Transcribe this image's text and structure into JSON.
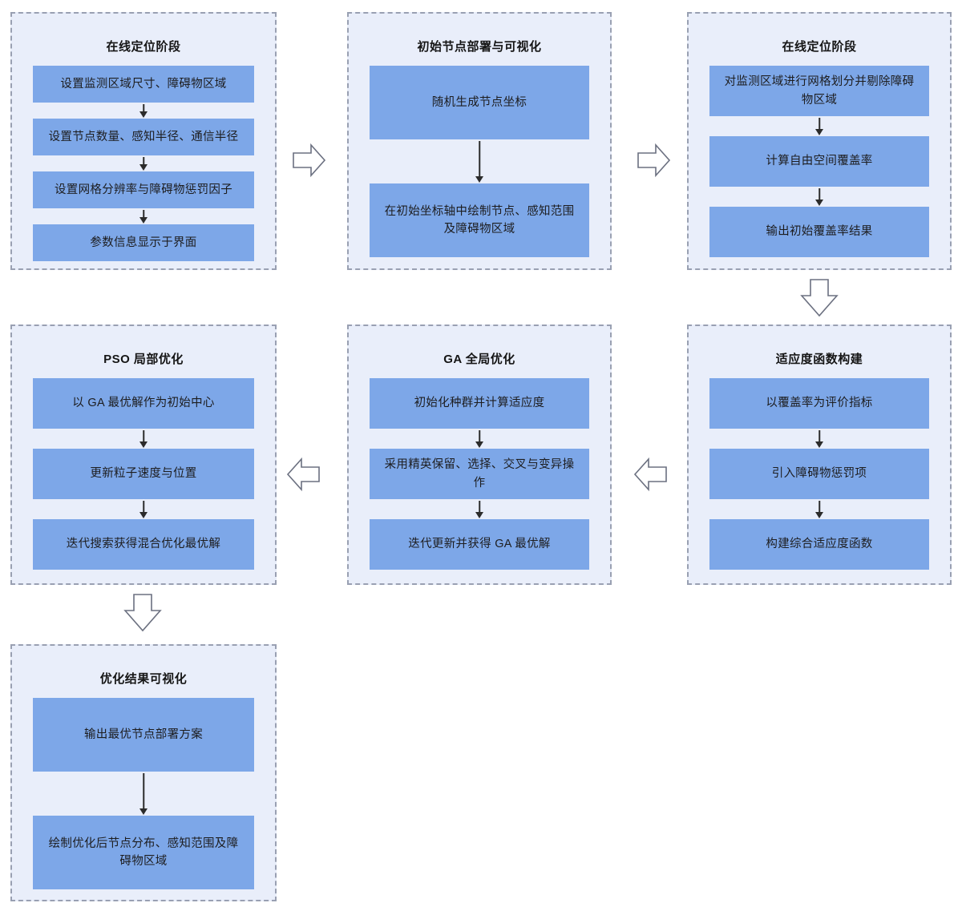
{
  "diagram": {
    "background": "#ffffff",
    "colors": {
      "panel_bg": "#e9eefa",
      "panel_border": "#99a0b2",
      "step_box_bg": "#7da7e8",
      "step_text": "#1d1d1f",
      "title_text": "#151515",
      "block_arrow_outline": "#6b7080",
      "mini_arrow": "#2b2b2b"
    }
  },
  "panels": [
    {
      "title": "在线定位阶段",
      "boxes": [
        {
          "text": "设置监测区域尺寸、障碍物区域"
        },
        {
          "text": "设置节点数量、感知半径、通信半径"
        },
        {
          "text": "设置网格分辨率与障碍物惩罚因子"
        },
        {
          "text": "参数信息显示于界面"
        }
      ]
    },
    {
      "title": "初始节点部署与可视化",
      "boxes": [
        {
          "text": "随机生成节点坐标"
        },
        {
          "text": "在初始坐标轴中绘制节点、感知范围及障碍物区域"
        }
      ]
    },
    {
      "title": "在线定位阶段",
      "boxes": [
        {
          "text": "对监测区域进行网格划分并剔除障碍物区域"
        },
        {
          "text": "计算自由空间覆盖率"
        },
        {
          "text": "输出初始覆盖率结果"
        }
      ]
    },
    {
      "title": "适应度函数构建",
      "boxes": [
        {
          "text": "以覆盖率为评价指标"
        },
        {
          "text": "引入障碍物惩罚项"
        },
        {
          "text": "构建综合适应度函数"
        }
      ]
    },
    {
      "title": "GA 全局优化",
      "boxes": [
        {
          "text": "初始化种群并计算适应度"
        },
        {
          "text": "采用精英保留、选择、交叉与变异操作"
        },
        {
          "text": "迭代更新并获得 GA 最优解"
        }
      ]
    },
    {
      "title": "PSO 局部优化",
      "boxes": [
        {
          "text": "以 GA 最优解作为初始中心"
        },
        {
          "text": "更新粒子速度与位置"
        },
        {
          "text": "迭代搜索获得混合优化最优解"
        }
      ]
    },
    {
      "title": "优化结果可视化",
      "boxes": [
        {
          "text": "输出最优节点部署方案"
        },
        {
          "text": "绘制优化后节点分布、感知范围及障碍物区域"
        }
      ]
    }
  ],
  "flow_arrows": [
    {
      "name": "arrow-right-setup-to-deploy",
      "direction": "right"
    },
    {
      "name": "arrow-right-deploy-to-grid",
      "direction": "right"
    },
    {
      "name": "arrow-down-grid-to-fitness",
      "direction": "down"
    },
    {
      "name": "arrow-left-fitness-to-ga",
      "direction": "left"
    },
    {
      "name": "arrow-left-ga-to-pso",
      "direction": "left"
    },
    {
      "name": "arrow-down-pso-to-result",
      "direction": "down"
    }
  ]
}
